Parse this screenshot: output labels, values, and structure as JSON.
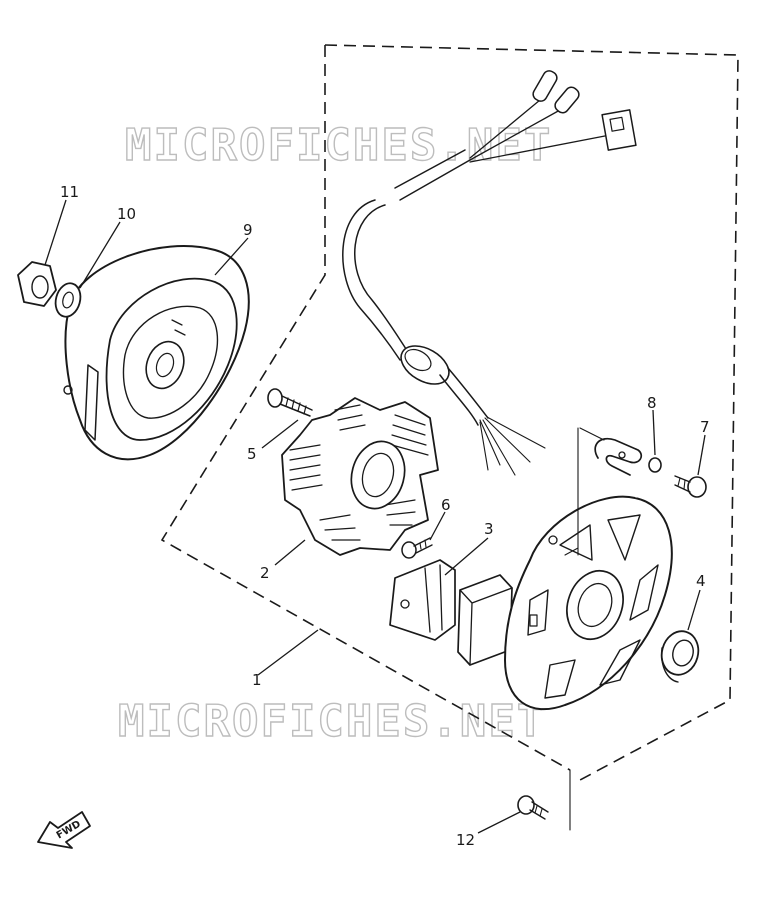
{
  "watermark": {
    "top": "MICROFICHES.NET",
    "bottom": "MICROFICHES.NET"
  },
  "direction_badge": {
    "label": "FWD"
  },
  "callouts": {
    "c1": "1",
    "c2": "2",
    "c3": "3",
    "c4": "4",
    "c5": "5",
    "c6": "6",
    "c7": "7",
    "c8": "8",
    "c9": "9",
    "c10": "10",
    "c11": "11",
    "c12": "12"
  },
  "colors": {
    "ink": "#1a1a1a",
    "watermark": "#bdbdbd",
    "background": "#ffffff"
  }
}
